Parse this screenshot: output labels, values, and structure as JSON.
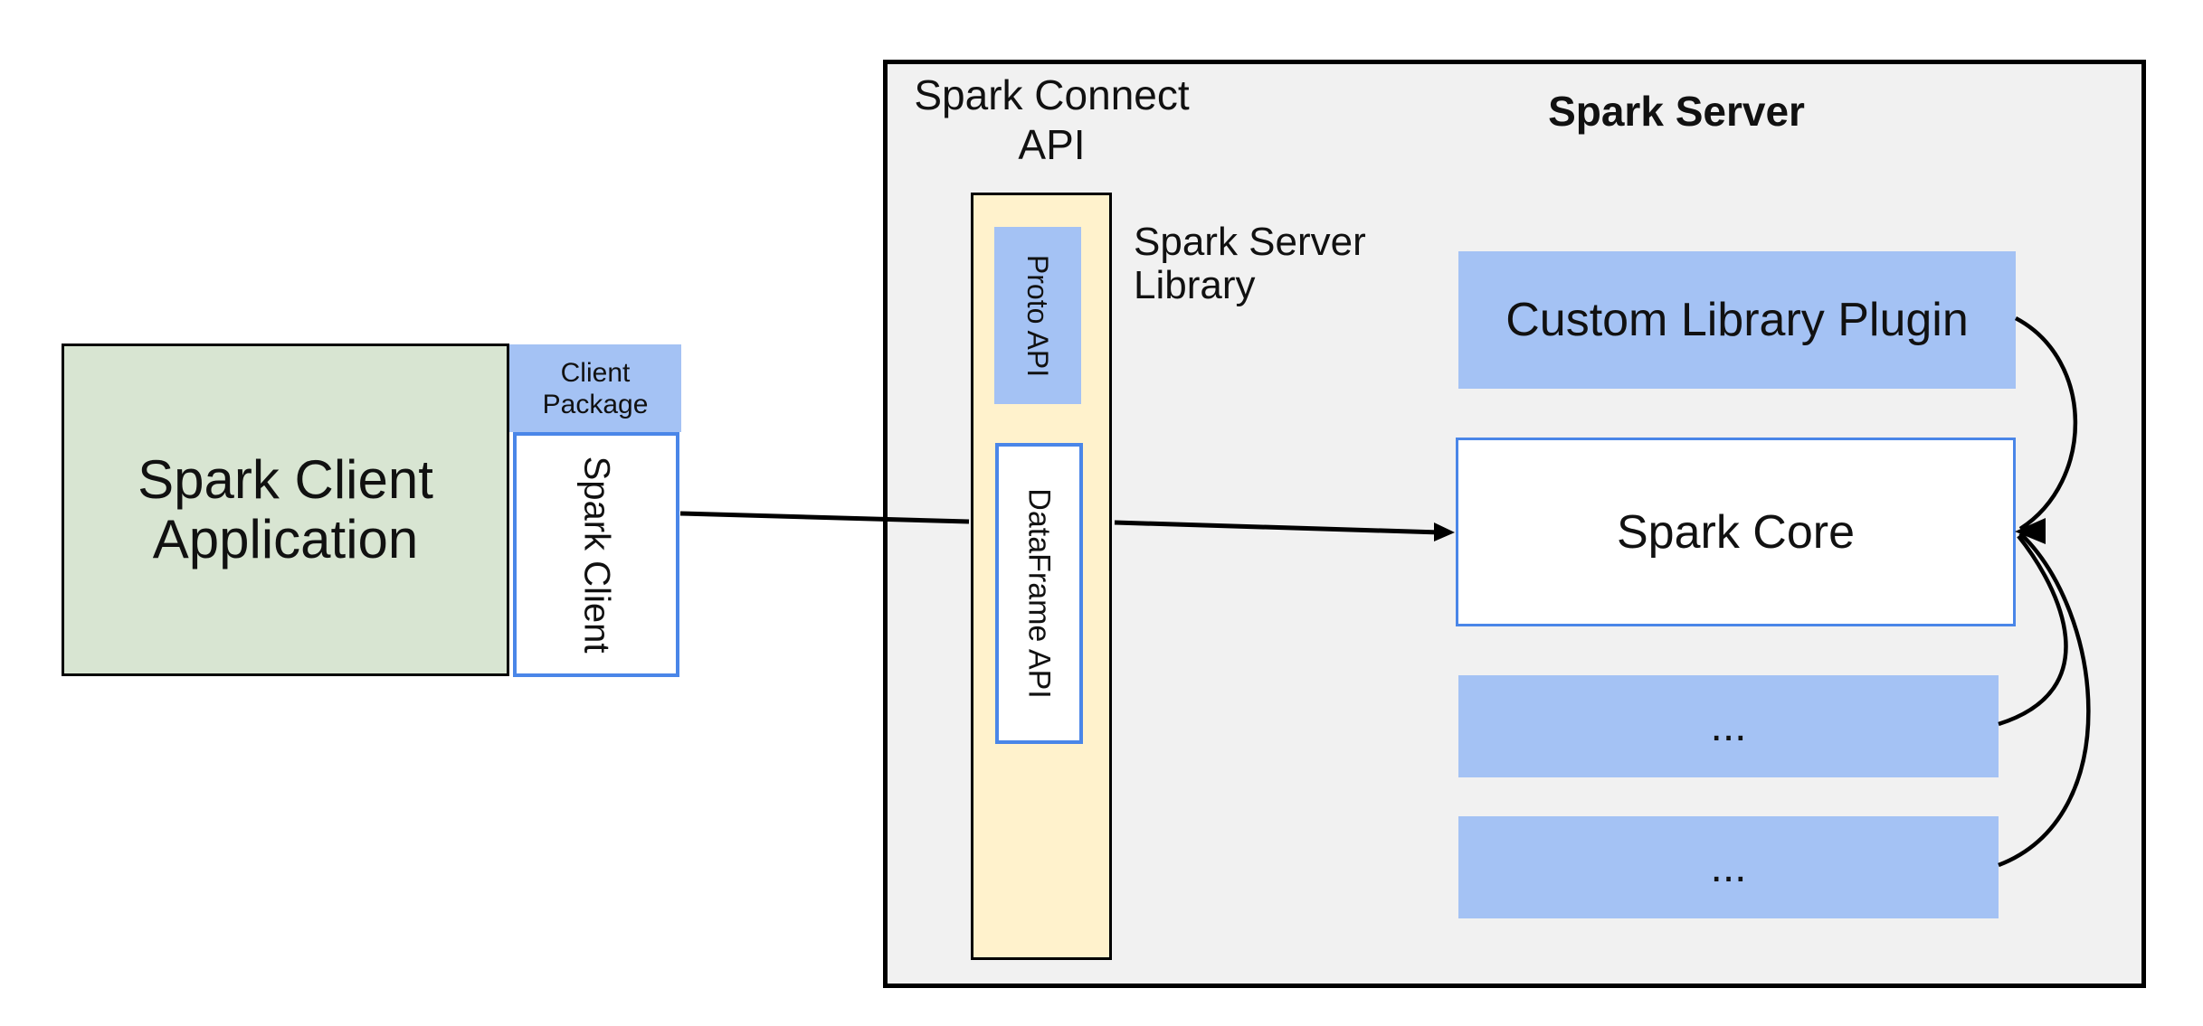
{
  "diagram": {
    "client_application": {
      "label_line1": "Spark Client",
      "label_line2": "Application"
    },
    "client_package": {
      "label_line1": "Client",
      "label_line2": "Package"
    },
    "spark_client": {
      "label": "Spark Client"
    },
    "spark_connect_api": {
      "title_line1": "Spark Connect",
      "title_line2": "API"
    },
    "proto_api": {
      "label": "Proto  API"
    },
    "dataframe_api": {
      "label": "DataFrame API"
    },
    "spark_server_library": {
      "label_line1": "Spark Server",
      "label_line2": "Library"
    },
    "spark_server": {
      "title": "Spark Server"
    },
    "custom_library_plugin": {
      "label": "Custom Library Plugin"
    },
    "spark_core": {
      "label": "Spark Core"
    },
    "plugin_placeholder_1": {
      "label": "..."
    },
    "plugin_placeholder_2": {
      "label": "..."
    }
  },
  "colors": {
    "green_fill": "#d8e5d2",
    "blue_fill": "#a4c2f4",
    "yellow_fill": "#fff2cc",
    "gray_fill": "#f1f1f1",
    "blue_border": "#4a86e8",
    "line_color": "#000000",
    "text_color": "#111111"
  }
}
